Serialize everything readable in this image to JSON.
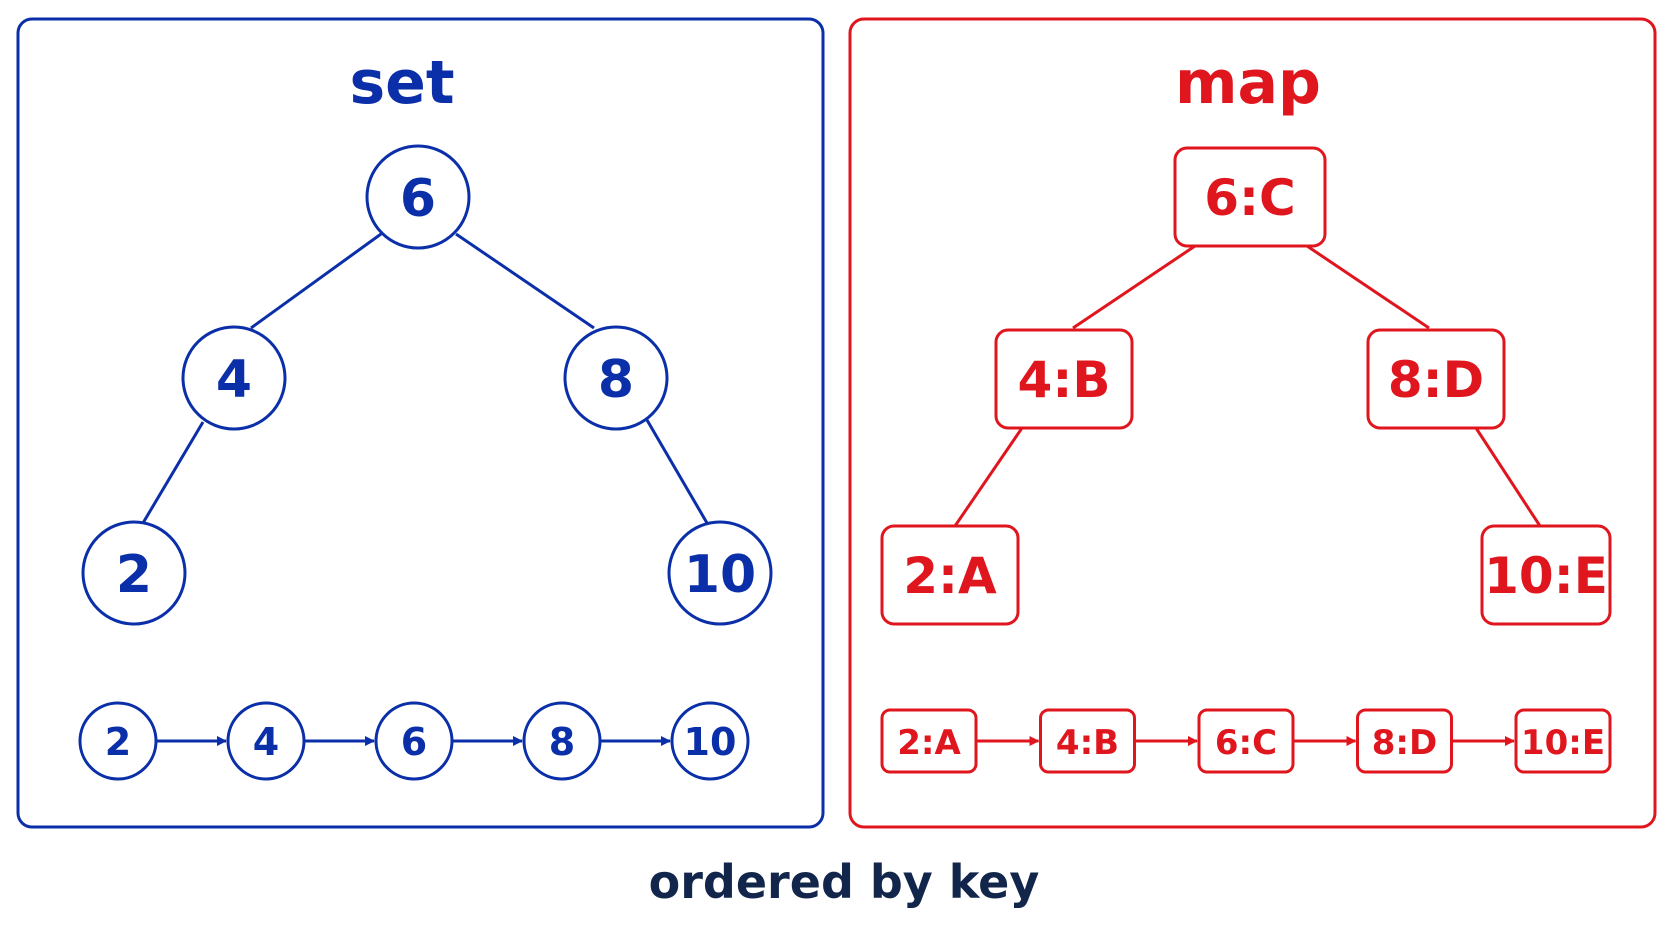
{
  "colors": {
    "set": "#0A2FA8",
    "map": "#E0161E",
    "caption": "#12254A",
    "background": "#FFFFFF"
  },
  "set_panel": {
    "title": "set",
    "tree": {
      "root": "6",
      "left": "4",
      "right": "8",
      "left_left": "2",
      "right_right": "10"
    },
    "sequence": [
      "2",
      "4",
      "6",
      "8",
      "10"
    ]
  },
  "map_panel": {
    "title": "map",
    "tree": {
      "root": "6:C",
      "left": "4:B",
      "right": "8:D",
      "left_left": "2:A",
      "right_right": "10:E"
    },
    "sequence": [
      "2:A",
      "4:B",
      "6:C",
      "8:D",
      "10:E"
    ]
  },
  "caption": "ordered by key"
}
